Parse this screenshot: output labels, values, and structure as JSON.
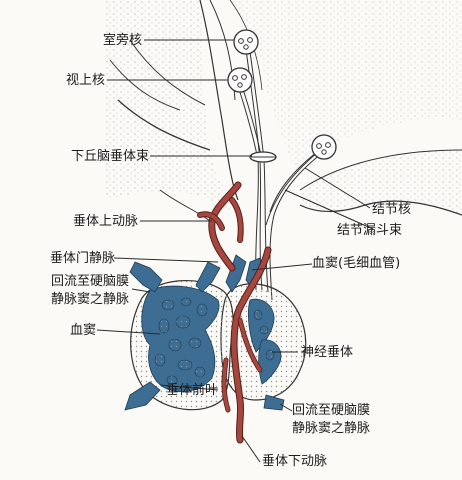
{
  "labels": {
    "paraventricular_nucleus": "室旁核",
    "supraoptic_nucleus": "视上核",
    "hypothalamohypophyseal_tract": "下丘脑垂体束",
    "tuberal_nucleus": "结节核",
    "superior_hypophyseal_artery": "垂体上动脉",
    "tuberoinfundibular_tract": "结节漏斗束",
    "hypophyseal_portal_vein": "垂体门静脉",
    "sinusoid_capillary": "血窦(毛细血管)",
    "return_to_dural_sinus_left_1": "回流至硬脑膜",
    "return_to_dural_sinus_left_2": "静脉窦之静脉",
    "sinusoid": "血窦",
    "neurohypophysis": "神经垂体",
    "adenohypophysis": "垂体前叶",
    "return_to_dural_sinus_right_1": "回流至硬脑膜",
    "return_to_dural_sinus_right_2": "静脉窦之静脉",
    "inferior_hypophyseal_artery": "垂体下动脉"
  },
  "colors": {
    "artery": "#a5463f",
    "vein": "#3d6d93",
    "line": "#2a2a2a",
    "tissue_hatch": "#9a9a9a"
  }
}
